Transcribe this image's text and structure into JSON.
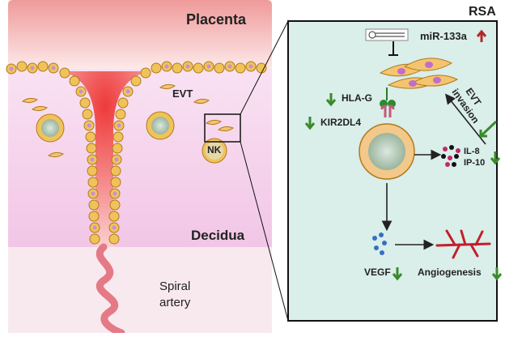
{
  "left_panel": {
    "placenta_label": "Placenta",
    "evt_label": "EVT",
    "nk_label": "NK",
    "decidua_label": "Decidua",
    "spiral_label_line1": "Spiral",
    "spiral_label_line2": "artery"
  },
  "right_panel": {
    "title": "RSA",
    "mirna_label": "miR-133a",
    "hla_label": "HLA-G",
    "kir_label": "KIR2DL4",
    "evt_invasion_line1": "EVT",
    "evt_invasion_line2": "invasion",
    "il8_label": "IL-8",
    "ip10_label": "IP-10",
    "vegf_label": "VEGF",
    "angiogenesis_label": "Angiogenesis"
  },
  "colors": {
    "up_arrow": "#b02a2a",
    "down_arrow": "#3a8a2a",
    "panel_bg": "#daeeea",
    "decidua_bg": "#f4d2ec",
    "placenta_bg": "#fce8e8"
  }
}
